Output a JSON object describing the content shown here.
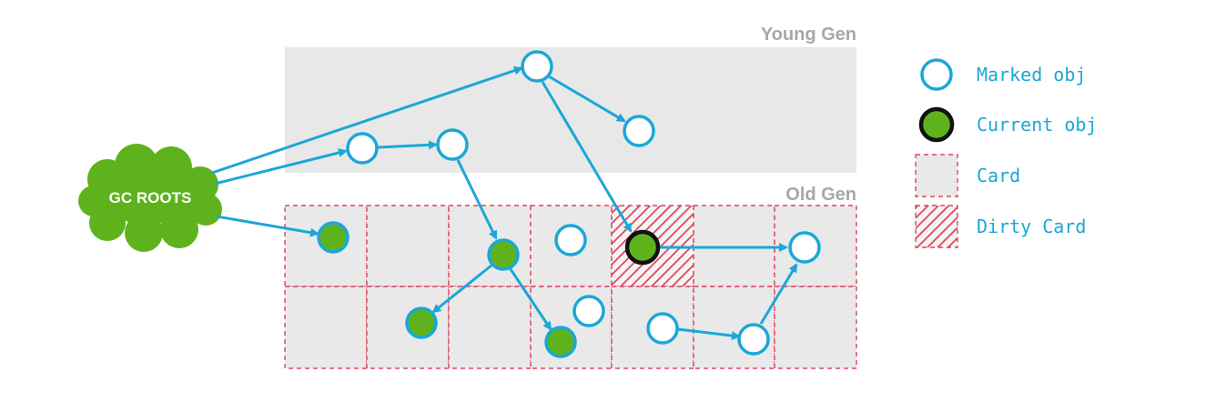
{
  "regions": {
    "young_gen_label": "Young Gen",
    "old_gen_label": "Old Gen"
  },
  "gc_roots": {
    "label": "GC ROOTS"
  },
  "legend": [
    {
      "key": "marked",
      "label": "Marked obj"
    },
    {
      "key": "current",
      "label": "Current obj"
    },
    {
      "key": "card",
      "label": "Card"
    },
    {
      "key": "dirty",
      "label": "Dirty Card"
    }
  ],
  "colors": {
    "accent_blue": "#1aa7d8",
    "object_green": "#5eb31d",
    "card_border_red": "#e0425a",
    "card_gray": "#e9e9e9",
    "young_gen_gray": "#e8e8e8"
  }
}
